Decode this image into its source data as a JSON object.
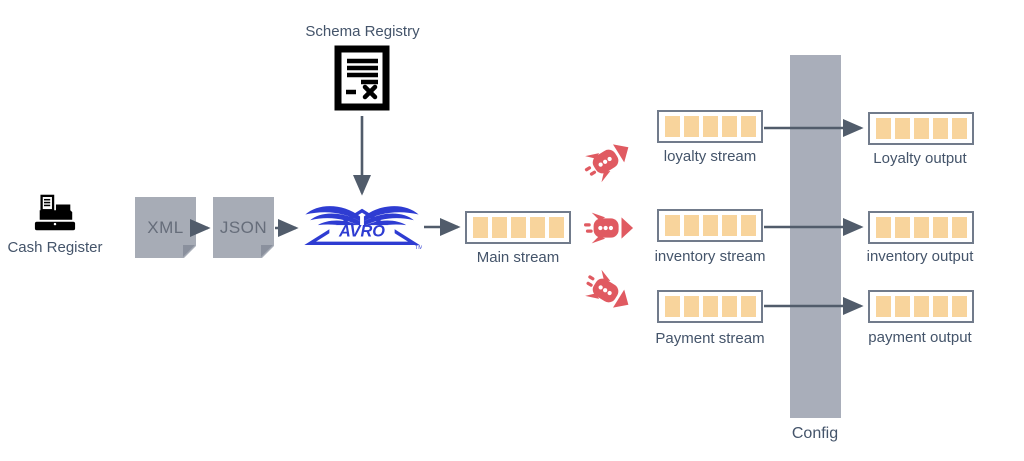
{
  "diagram": {
    "cash_register": {
      "label": "Cash Register"
    },
    "xml_doc": {
      "label": "XML"
    },
    "json_doc": {
      "label": "JSON"
    },
    "schema_registry": {
      "label": "Schema Registry"
    },
    "avro": {
      "logo_text": "AVRO",
      "trademark": "TM"
    },
    "main_stream": {
      "label": "Main stream"
    },
    "streams": [
      {
        "label": "loyalty stream"
      },
      {
        "label": "inventory stream"
      },
      {
        "label": "Payment stream"
      }
    ],
    "outputs": [
      {
        "label": "Loyalty output"
      },
      {
        "label": "inventory output"
      },
      {
        "label": "payment output"
      }
    ],
    "config": {
      "label": "Config"
    },
    "queue_cell_count": 5
  },
  "colors": {
    "queue_cell_orange": "#F8D49C",
    "queue_border_gray": "#717B8B",
    "rocket_red": "#E05A61",
    "avro_blue": "#2E3CD2",
    "arrow_gray": "#515C6B",
    "label_text": "#44546A",
    "document_gray": "#A7ACB6",
    "config_bar_gray": "#A9AEBA"
  }
}
